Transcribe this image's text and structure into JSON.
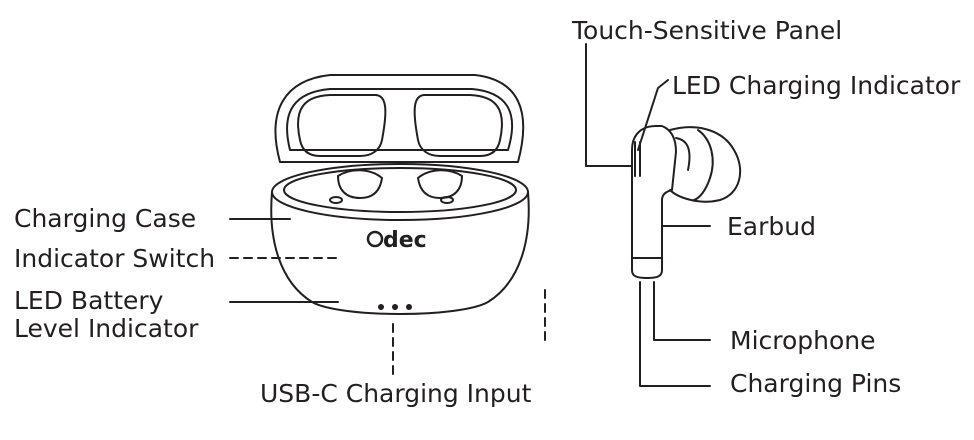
{
  "diagram": {
    "brand_logo": "Odec",
    "line_color": "#231f20",
    "labels": {
      "touch_panel": "Touch-Sensitive Panel",
      "led_charging": "LED Charging Indicator",
      "charging_case": "Charging Case",
      "indicator_switch": "Indicator Switch",
      "led_battery_line1": "LED Battery",
      "led_battery_line2": "Level Indicator",
      "usb_c": "USB-C Charging Input",
      "earbud": "Earbud",
      "microphone": "Microphone",
      "charging_pins": "Charging Pins"
    }
  }
}
